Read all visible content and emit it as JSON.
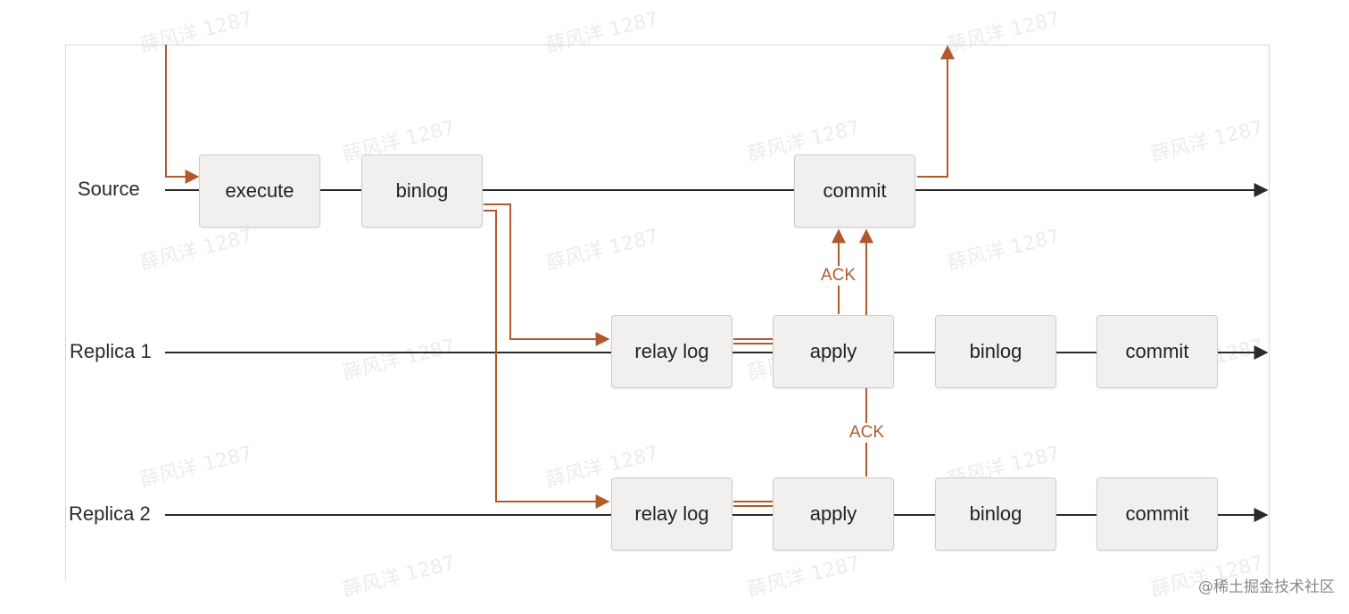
{
  "lanes": {
    "source": "Source",
    "replica1": "Replica 1",
    "replica2": "Replica 2"
  },
  "boxes": {
    "source_execute": "execute",
    "source_binlog": "binlog",
    "source_commit": "commit",
    "r1_relay_log": "relay log",
    "r1_apply": "apply",
    "r1_binlog": "binlog",
    "r1_commit": "commit",
    "r2_relay_log": "relay log",
    "r2_apply": "apply",
    "r2_binlog": "binlog",
    "r2_commit": "commit"
  },
  "ack_labels": {
    "r1": "ACK",
    "r2": "ACK"
  },
  "watermark": "薛风洋 1287",
  "credit": "@稀土掘金技术社区",
  "colors": {
    "accent": "#b05a2c",
    "line": "#2b2b2b",
    "box_fill": "#f1f0ee"
  }
}
